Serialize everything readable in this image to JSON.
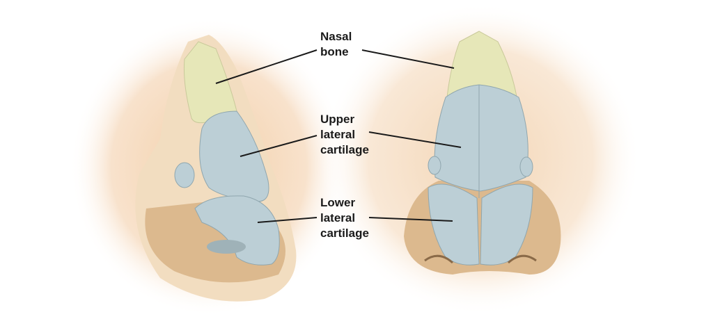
{
  "labels": {
    "nasal_bone": [
      "Nasal",
      "bone"
    ],
    "upper_lateral_cartilage": [
      "Upper",
      "lateral",
      "cartilage"
    ],
    "lower_lateral_cartilage": [
      "Lower",
      "lateral",
      "cartilage"
    ]
  },
  "colors": {
    "bone": "#e6e7b8",
    "cartilage": "#bccfd6",
    "cartilage_edge": "#8fa6ae",
    "skin": "#dcb98e",
    "glow": "#f6d9bd"
  }
}
